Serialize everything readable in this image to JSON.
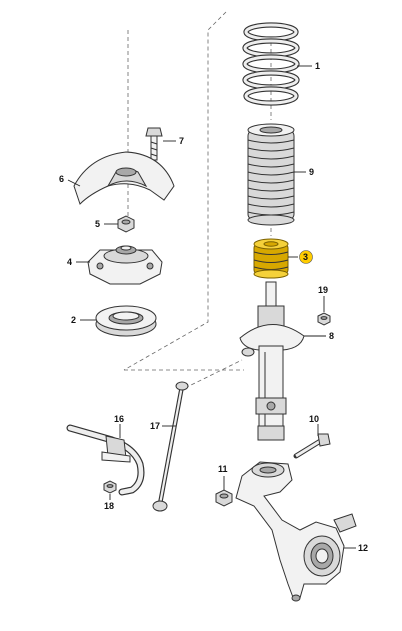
{
  "diagram": {
    "highlight_color": "#ffcc00",
    "callouts": [
      {
        "id": "1",
        "label": "1"
      },
      {
        "id": "2",
        "label": "2"
      },
      {
        "id": "3",
        "label": "3",
        "highlighted": true
      },
      {
        "id": "4",
        "label": "4"
      },
      {
        "id": "5",
        "label": "5"
      },
      {
        "id": "6",
        "label": "6"
      },
      {
        "id": "7",
        "label": "7"
      },
      {
        "id": "8",
        "label": "8"
      },
      {
        "id": "9",
        "label": "9"
      },
      {
        "id": "10",
        "label": "10"
      },
      {
        "id": "11",
        "label": "11"
      },
      {
        "id": "12",
        "label": "12"
      },
      {
        "id": "16",
        "label": "16"
      },
      {
        "id": "17",
        "label": "17"
      },
      {
        "id": "18",
        "label": "18"
      },
      {
        "id": "19",
        "label": "19"
      }
    ]
  }
}
